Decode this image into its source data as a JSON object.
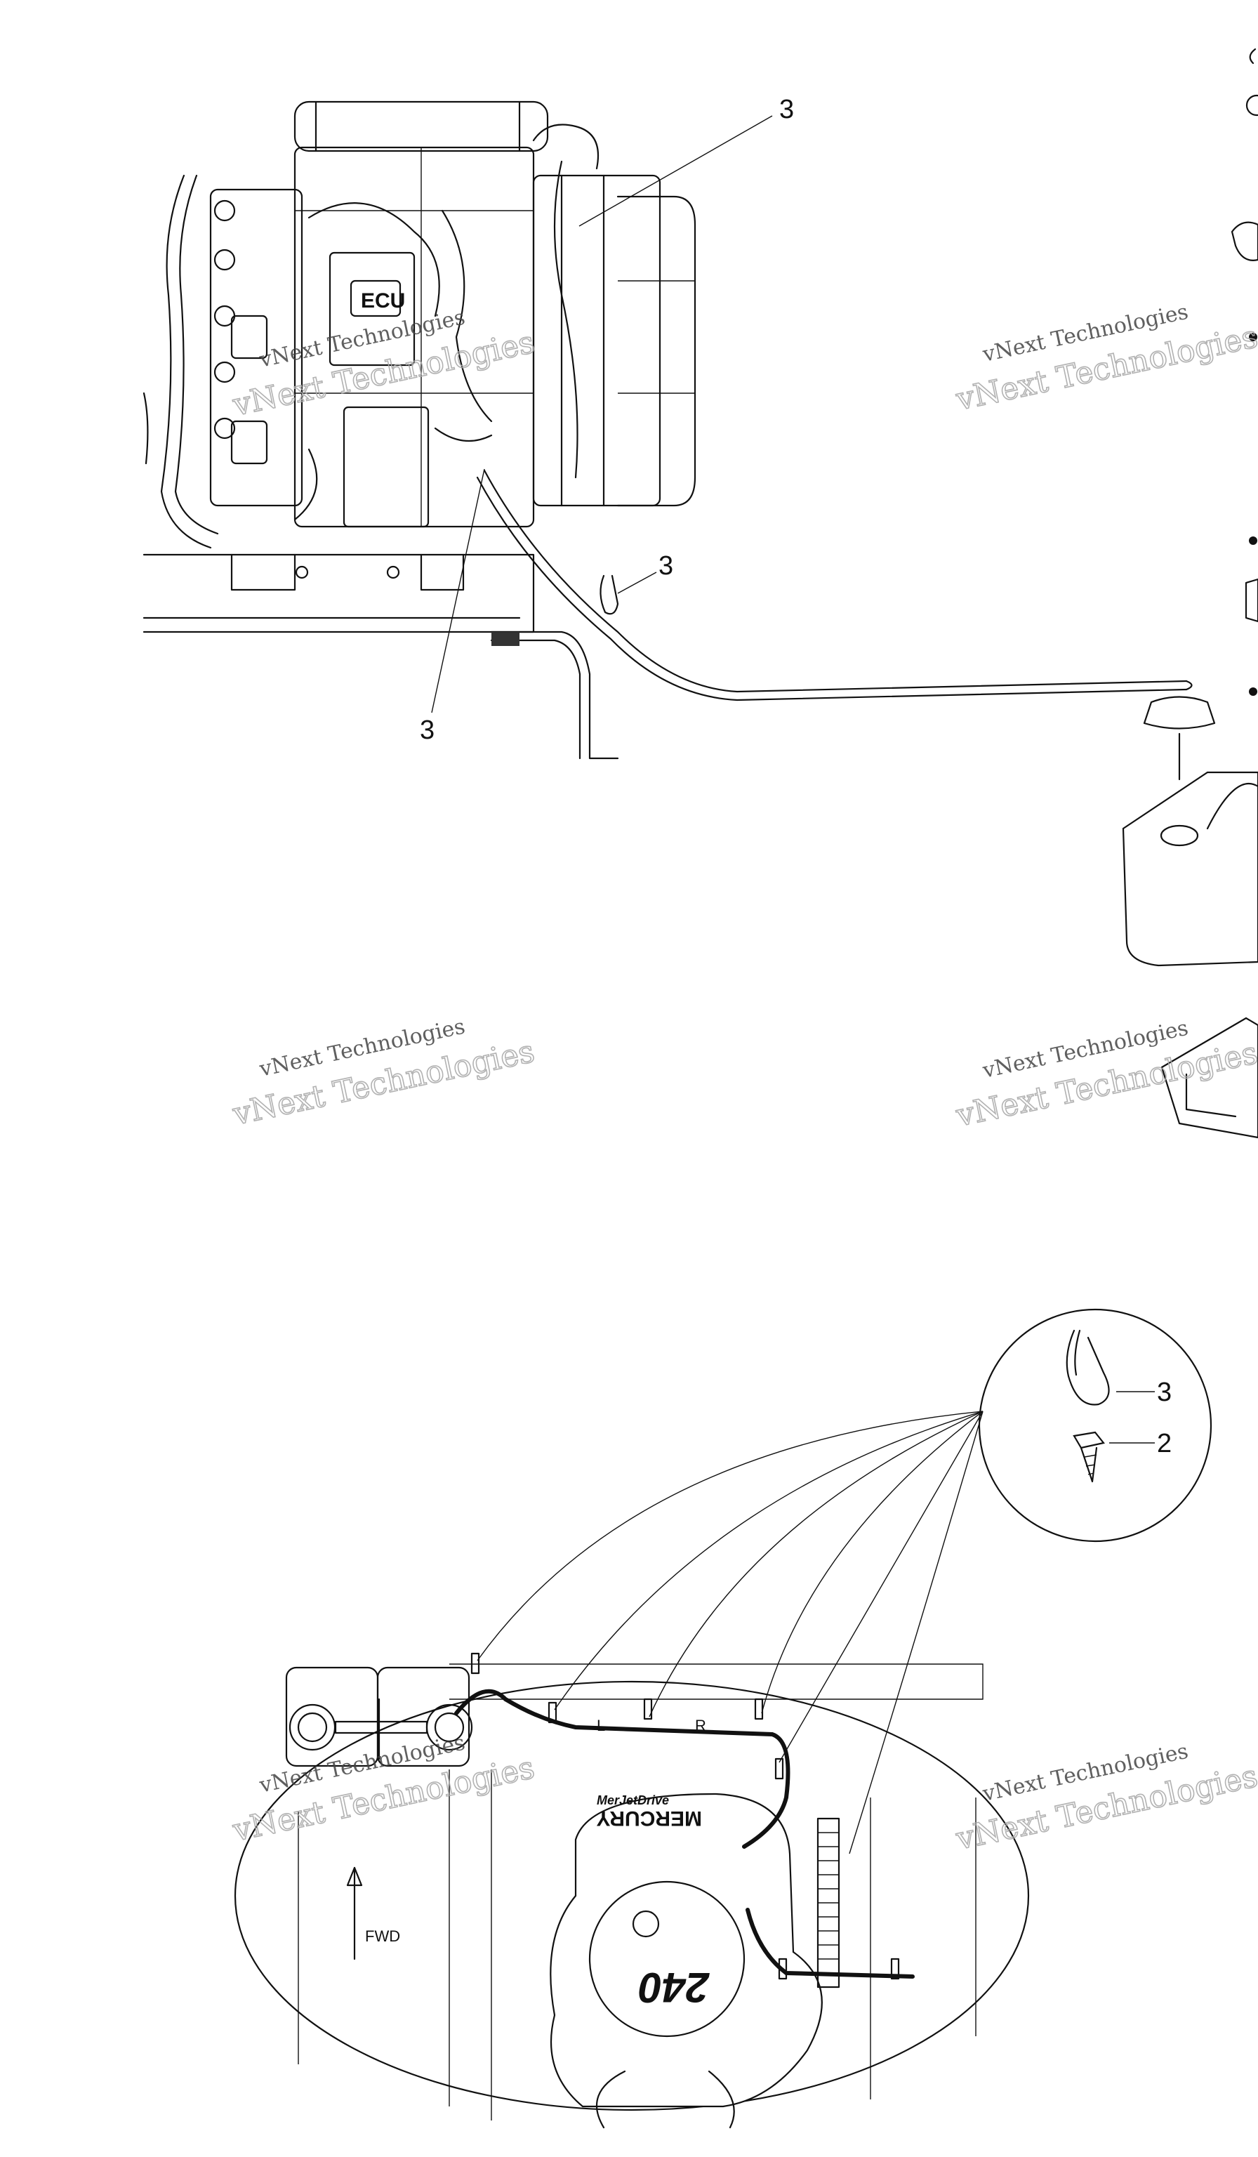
{
  "callouts": {
    "top_upper": "3",
    "top_middle": "3",
    "top_lower": "3",
    "detail_tie": "3",
    "detail_screw": "2"
  },
  "labels": {
    "fwd": "FWD",
    "left": "L",
    "right": "R",
    "decal_brand": "MERCURY",
    "decal_model": "MerJetDrive",
    "engine_number": "240"
  },
  "watermark": {
    "line1": "vNext Technologies",
    "line2": "vNext Technologies"
  }
}
